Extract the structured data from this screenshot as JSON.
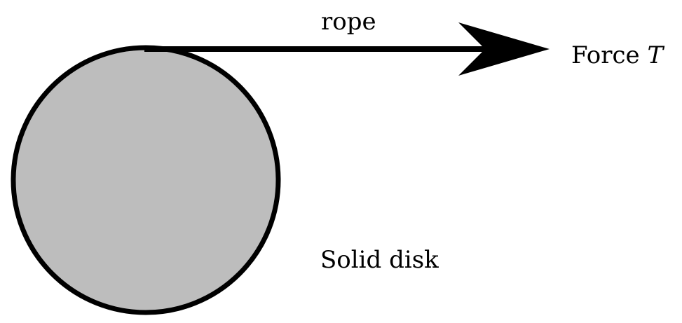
{
  "diagram": {
    "rope_label": "rope",
    "force_label": {
      "prefix": "Force ",
      "symbol": "T"
    },
    "disk_label": "Solid disk",
    "colors": {
      "disk_fill": "#bdbdbd",
      "stroke": "#000000",
      "background": "#ffffff"
    }
  }
}
